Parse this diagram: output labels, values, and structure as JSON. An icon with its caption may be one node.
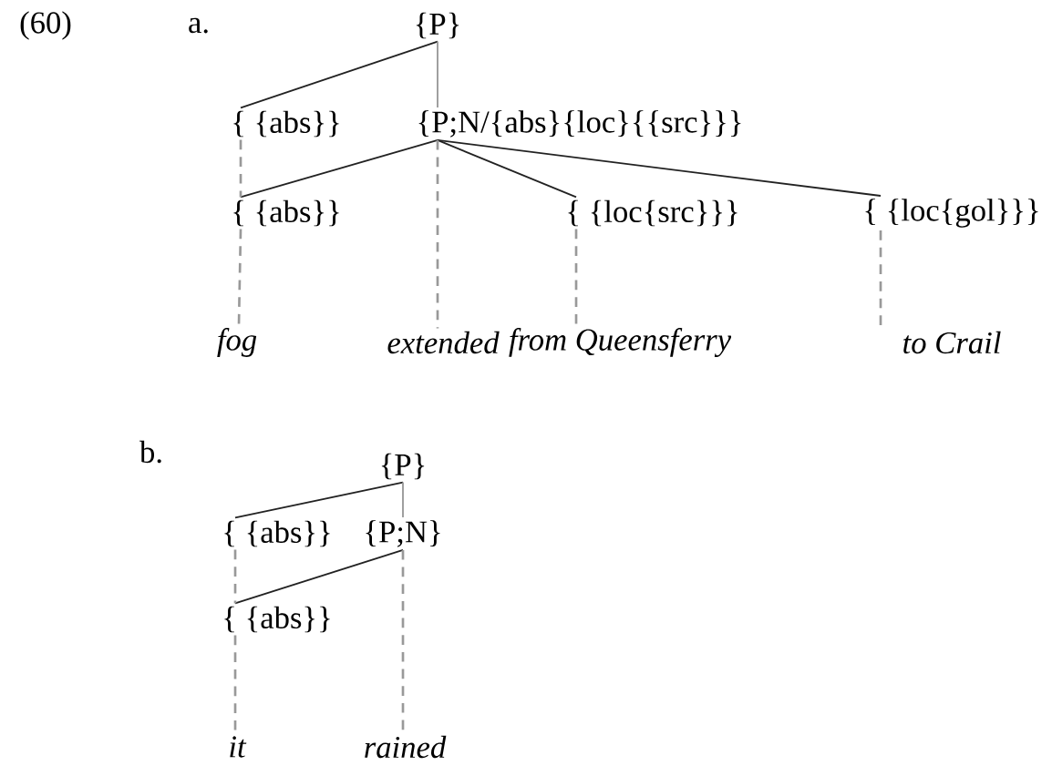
{
  "diagram": {
    "nodes": [
      {
        "text": [
          "{P}"
        ]
      },
      {
        "text": [
          "{ {abs}}"
        ]
      },
      {
        "text": [
          "{P;N/{abs}{loc}{{src}}}"
        ]
      },
      {
        "text": [
          "{ {abs}}"
        ]
      },
      {
        "text": [
          "{ {loc{src}}}"
        ]
      },
      {
        "text": [
          "{ {loc{gol}}}"
        ]
      },
      {
        "text": [
          "fog"
        ]
      },
      {
        "text": [
          "extended"
        ]
      },
      {
        "text": [
          "from Queensferry"
        ]
      },
      {
        "text": [
          "to Crail"
        ]
      },
      {
        "text": [
          "{P}"
        ]
      },
      {
        "text": [
          "{ {abs}}"
        ]
      },
      {
        "text": [
          "{P;N}"
        ]
      },
      {
        "text": [
          "{ {abs}}"
        ]
      },
      {
        "text": [
          "it"
        ]
      },
      {
        "text": [
          "rained"
        ]
      }
    ],
    "edges": [
      {
        "from": 0,
        "to": 1,
        "arrow": "none",
        "color": "#222222"
      },
      {
        "from": 0,
        "to": 2,
        "arrow": "none"
      },
      {
        "from": 2,
        "to": 3,
        "arrow": "none",
        "color": "#222222"
      },
      {
        "from": 2,
        "to": 4,
        "arrow": "none",
        "color": "#222222"
      },
      {
        "from": 2,
        "to": 5,
        "arrow": "none",
        "color": "#222222"
      },
      {
        "from": 1,
        "to": 3,
        "arrow": "none",
        "style": "dashed"
      },
      {
        "from": 2,
        "to": 7,
        "arrow": "none",
        "style": "dashed"
      },
      {
        "from": 3,
        "to": 6,
        "arrow": "none",
        "style": "dashed"
      },
      {
        "from": 4,
        "to": 8,
        "arrow": "none",
        "style": "dashed"
      },
      {
        "from": 5,
        "to": 9,
        "arrow": "none",
        "style": "dashed"
      },
      {
        "from": 10,
        "to": 11,
        "arrow": "none",
        "color": "#222222"
      },
      {
        "from": 10,
        "to": 12,
        "arrow": "none"
      },
      {
        "from": 12,
        "to": 13,
        "arrow": "none",
        "color": "#222222"
      },
      {
        "from": 11,
        "to": 13,
        "arrow": "none",
        "style": "dashed"
      },
      {
        "from": 13,
        "to": 14,
        "arrow": "none",
        "style": "dashed"
      },
      {
        "from": 12,
        "to": 15,
        "arrow": "none",
        "style": "dashed"
      }
    ],
    "labels": [
      "(60)",
      "a.",
      "b."
    ]
  }
}
